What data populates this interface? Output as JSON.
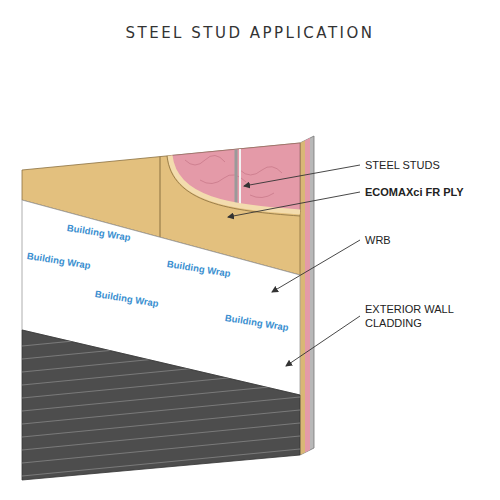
{
  "diagram": {
    "title": "STEEL STUD APPLICATION",
    "labels": [
      "STEEL STUDS",
      "ECOMAXci FR PLY",
      "WRB",
      "EXTERIOR WALL CLADDING",
      "Building Wrap",
      "Building Wrap",
      "Building Wrap",
      "Building Wrap",
      "Building Wrap"
    ]
  }
}
